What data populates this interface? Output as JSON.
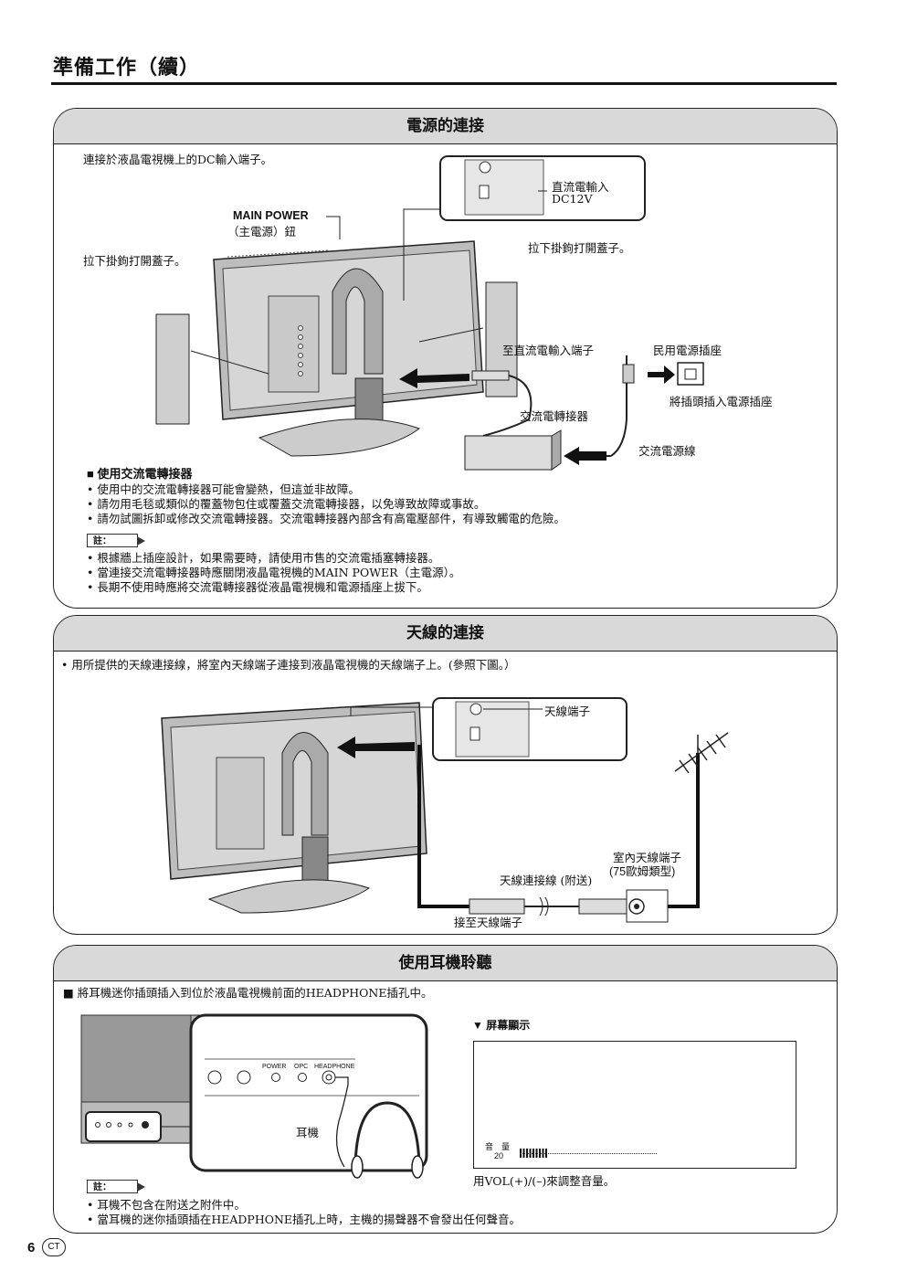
{
  "page": {
    "title": "準備工作（續）",
    "page_number": "6",
    "region_badge": "CT"
  },
  "power": {
    "heading": "電源的連接",
    "intro": "連接於液晶電視機上的DC輸入端子。",
    "labels": {
      "main_power": "MAIN POWER",
      "main_power_sub": "（主電源）鈕",
      "pull_cover_left": "拉下掛鉤打開蓋子。",
      "pull_cover_right": "拉下掛鉤打開蓋子。",
      "dc_input": "直流電輸入",
      "dc_voltage": "DC12V",
      "to_dc_terminal": "至直流電輸入端子",
      "household_outlet": "民用電源插座",
      "plug_into_outlet": "將插頭插入電源插座",
      "ac_adapter": "交流電轉接器",
      "ac_cord": "交流電源線"
    },
    "adapter_heading": "■ 使用交流電轉接器",
    "adapter_bullets": [
      "使用中的交流電轉接器可能會變熱，但這並非故障。",
      "請勿用毛毯或類似的覆蓋物包住或覆蓋交流電轉接器，以免導致故障或事故。",
      "請勿試圖拆卸或修改交流電轉接器。交流電轉接器內部含有高電壓部件，有導致觸電的危險。"
    ],
    "note_label": "註：",
    "note_bullets": [
      "根據牆上插座設計，如果需要時，請使用市售的交流電插塞轉接器。",
      "當連接交流電轉接器時應關閉液晶電視機的MAIN POWER（主電源）。",
      "長期不使用時應將交流電轉接器從液晶電視機和電源插座上拔下。"
    ]
  },
  "antenna": {
    "heading": "天線的連接",
    "intro": "用所提供的天線連接線，將室內天線端子連接到液晶電視機的天線端子上。(參照下圖。）",
    "labels": {
      "antenna_terminal": "天線端子",
      "indoor_terminal": "室內天線端子",
      "ohm_type": "(75歐姆類型)",
      "cable_supplied": "天線連接線 (附送)",
      "to_antenna": "接至天線端子"
    }
  },
  "headphone": {
    "heading": "使用耳機聆聽",
    "intro": "■ 將耳機迷你插頭插入到位於液晶電視機前面的HEADPHONE插孔中。",
    "screen_display_heading": "▼ 屏幕顯示",
    "panel_labels": {
      "power": "POWER",
      "opc": "OPC",
      "headphone": "HEADPHONE"
    },
    "headphones_label": "耳機",
    "volume_label": "音　量",
    "volume_value": "20",
    "volume_level": 0.2,
    "adjust_text": "用VOL(+)/(–)來調整音量。",
    "note_label": "註：",
    "note_bullets": [
      "耳機不包含在附送之附件中。",
      "當耳機的迷你插頭插在HEADPHONE插孔上時，主機的揚聲器不會發出任何聲音。"
    ]
  }
}
